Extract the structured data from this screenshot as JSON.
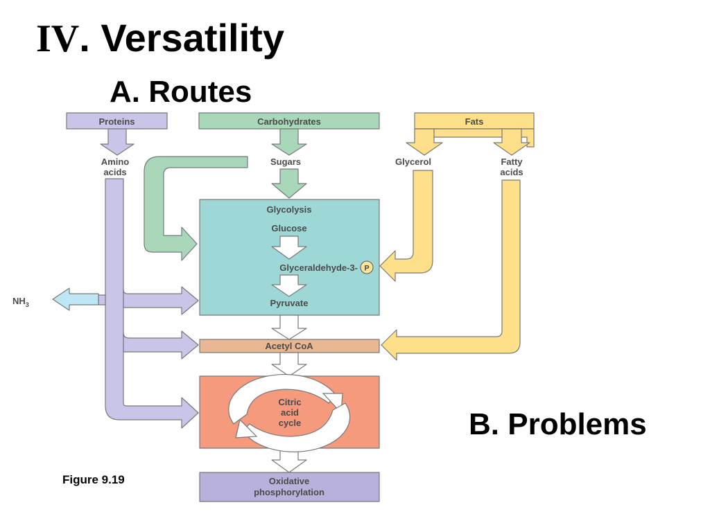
{
  "title": {
    "numeral": "IV",
    "rest": ". Versatility"
  },
  "subtitle_a": "A. Routes",
  "subtitle_b": "B. Problems",
  "caption": "Figure 9.19",
  "diagram": {
    "sources": {
      "proteins": "Proteins",
      "carbohydrates": "Carbohydrates",
      "fats": "Fats"
    },
    "intermediates": {
      "amino_line1": "Amino",
      "amino_line2": "acids",
      "sugars": "Sugars",
      "glycerol": "Glycerol",
      "fatty_line1": "Fatty",
      "fatty_line2": "acids",
      "nh3_main": "NH",
      "nh3_sub": "3"
    },
    "glycolysis": {
      "title": "Glycolysis",
      "glucose": "Glucose",
      "g3p": "Glyceraldehyde-3-",
      "phosphate": "P",
      "pyruvate": "Pyruvate"
    },
    "acetyl_coa": "Acetyl CoA",
    "citric": {
      "line1": "Citric",
      "line2": "acid",
      "line3": "cycle"
    },
    "oxidative": {
      "line1": "Oxidative",
      "line2": "phosphorylation"
    },
    "colors": {
      "protein": "#c9c5e8",
      "carbohydrate": "#a8d8b9",
      "fat": "#ffe08a",
      "glycolysis": "#9dd8d6",
      "acetyl": "#e9b893",
      "citric": "#f59a7c",
      "oxidative": "#b7b1dc",
      "nh3": "#bfe6f4",
      "arrow_white": "#ffffff",
      "outline": "#777777"
    }
  }
}
